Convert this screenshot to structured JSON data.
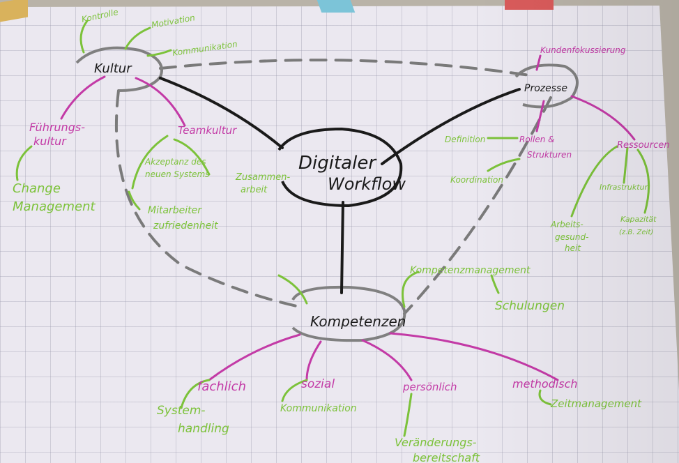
{
  "center": {
    "line1": "Digitaler",
    "line2": "Workflow"
  },
  "nodes": {
    "kultur": "Kultur",
    "prozesse": "Prozesse",
    "kompetenzen": "Kompetenzen"
  },
  "kultur_branch": {
    "kontrolle": "Kontrolle",
    "motivation": "Motivation",
    "kommunikation": "Kommunikation",
    "fuehrungskultur_1": "Führungs-",
    "fuehrungskultur_2": "kultur",
    "change_1": "Change",
    "change_2": "Management",
    "teamkultur": "Teamkultur",
    "akzeptanz_1": "Akzeptanz des",
    "akzeptanz_2": "neuen Systems",
    "zusammenarbeit_1": "Zusammen-",
    "zusammenarbeit_2": "arbeit",
    "mitarbeiter_1": "Mitarbeiter",
    "mitarbeiter_2": "zufriedenheit"
  },
  "prozesse_branch": {
    "kundenfokussierung": "Kundenfokussierung",
    "definition": "Definition",
    "rollen_1": "Rollen &",
    "rollen_2": "Strukturen",
    "koordination": "Koordination",
    "ressourcen": "Ressourcen",
    "infrastruktur": "Infrastruktur",
    "arbeits_1": "Arbeits-",
    "arbeits_2": "gesund-",
    "arbeits_3": "heit",
    "kapazitaet_1": "Kapazität",
    "kapazitaet_2": "(z.B. Zeit)"
  },
  "kompetenzen_branch": {
    "kompetenzmanagement": "Kompetenzmanagement",
    "schulungen": "Schulungen",
    "fachlich": "fachlich",
    "system_1": "System-",
    "system_2": "handling",
    "sozial": "sozial",
    "kommunikation": "Kommunikation",
    "persoenlich": "persönlich",
    "veraenderung_1": "Veränderungs-",
    "veraenderung_2": "bereitschaft",
    "methodisch": "methodisch",
    "zeitmanagement": "Zeitmanagement"
  },
  "colors": {
    "black": "#1a1a1a",
    "grey": "#7a7a7a",
    "magenta": "#c33aa6",
    "green": "#7cc23a"
  }
}
